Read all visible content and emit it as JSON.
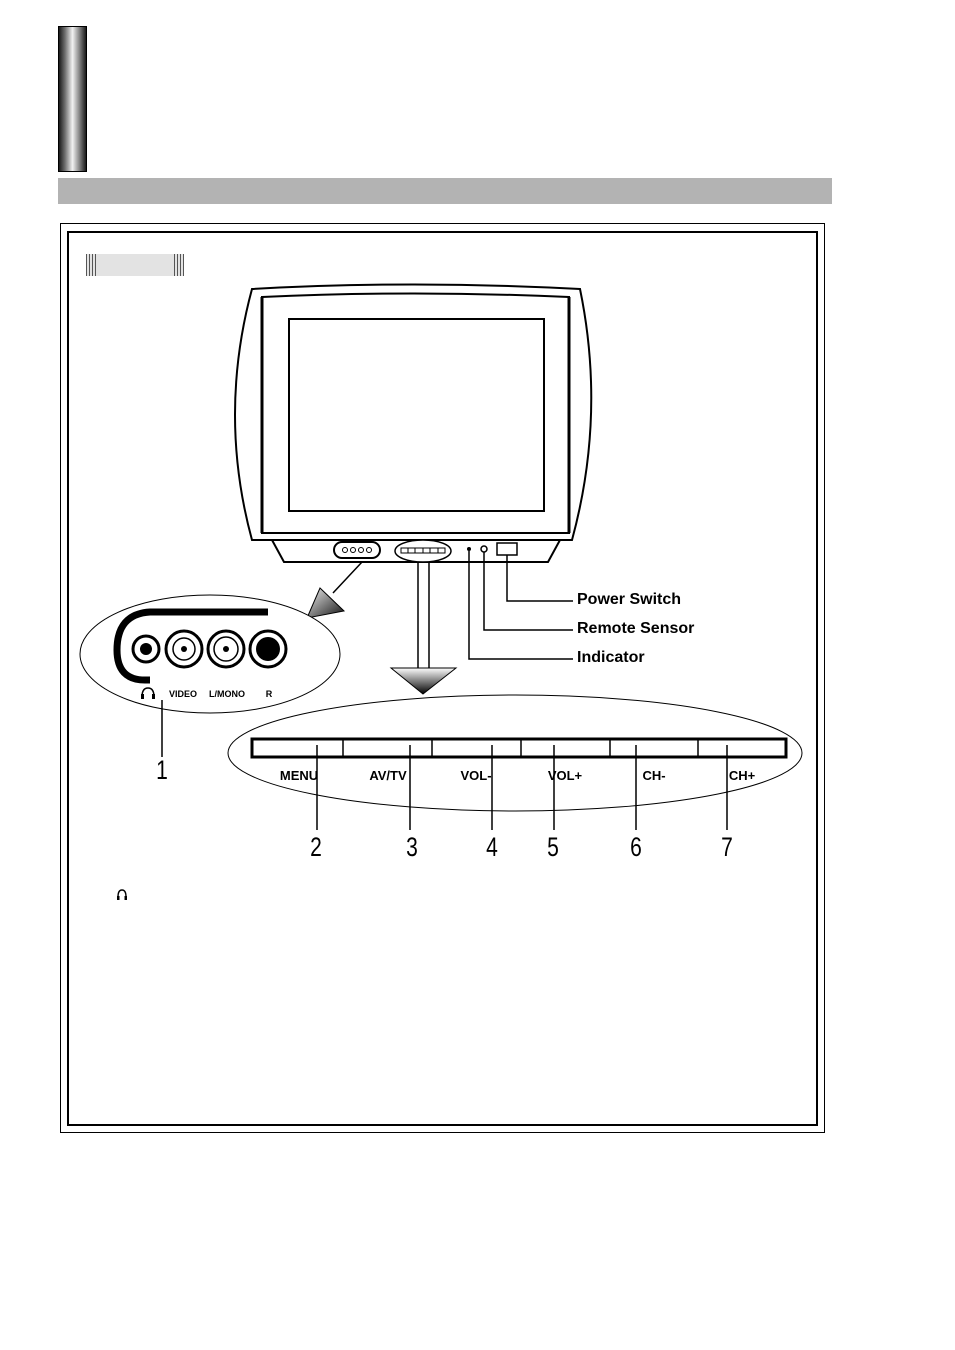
{
  "callouts": {
    "power_switch": "Power Switch",
    "remote_sensor": "Remote Sensor",
    "indicator": "Indicator"
  },
  "jack_panel": {
    "labels": [
      "VIDEO",
      "L/MONO",
      "R"
    ],
    "headphone_icon": "headphone-icon",
    "number": "1"
  },
  "buttons": [
    {
      "label": "MENU",
      "number": "2"
    },
    {
      "label": "AV/TV",
      "number": "3"
    },
    {
      "label": "VOL-",
      "number": "4"
    },
    {
      "label": "VOL+",
      "number": "5"
    },
    {
      "label": "CH-",
      "number": "6"
    },
    {
      "label": "CH+",
      "number": "7"
    }
  ],
  "notes": {
    "headphone_icon": "headphone-icon"
  },
  "colors": {
    "section_bar": "#b3b3b3",
    "ink": "#000000"
  }
}
